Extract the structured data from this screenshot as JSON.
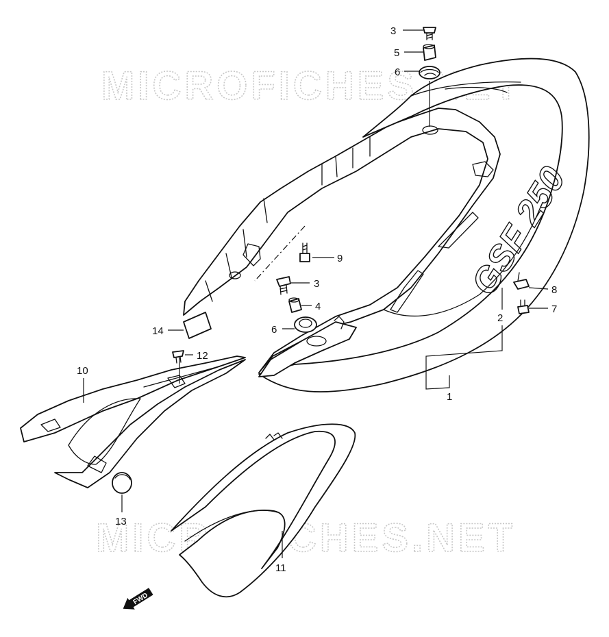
{
  "watermark": {
    "top": "MICROFICHES.NET",
    "bottom": "MICROFICHES.NET"
  },
  "cover_logo": "GSF 250",
  "direction_label": "FWD",
  "callouts": [
    {
      "id": "c3a",
      "label": "3"
    },
    {
      "id": "c5",
      "label": "5"
    },
    {
      "id": "c6a",
      "label": "6"
    },
    {
      "id": "c9",
      "label": "9"
    },
    {
      "id": "c3b",
      "label": "3"
    },
    {
      "id": "c4",
      "label": "4"
    },
    {
      "id": "c6b",
      "label": "6"
    },
    {
      "id": "c8",
      "label": "8"
    },
    {
      "id": "c7",
      "label": "7"
    },
    {
      "id": "c2",
      "label": "2"
    },
    {
      "id": "c1",
      "label": "1"
    },
    {
      "id": "c14",
      "label": "14"
    },
    {
      "id": "c12",
      "label": "12"
    },
    {
      "id": "c10",
      "label": "10"
    },
    {
      "id": "c13",
      "label": "13"
    },
    {
      "id": "c11",
      "label": "11"
    }
  ]
}
